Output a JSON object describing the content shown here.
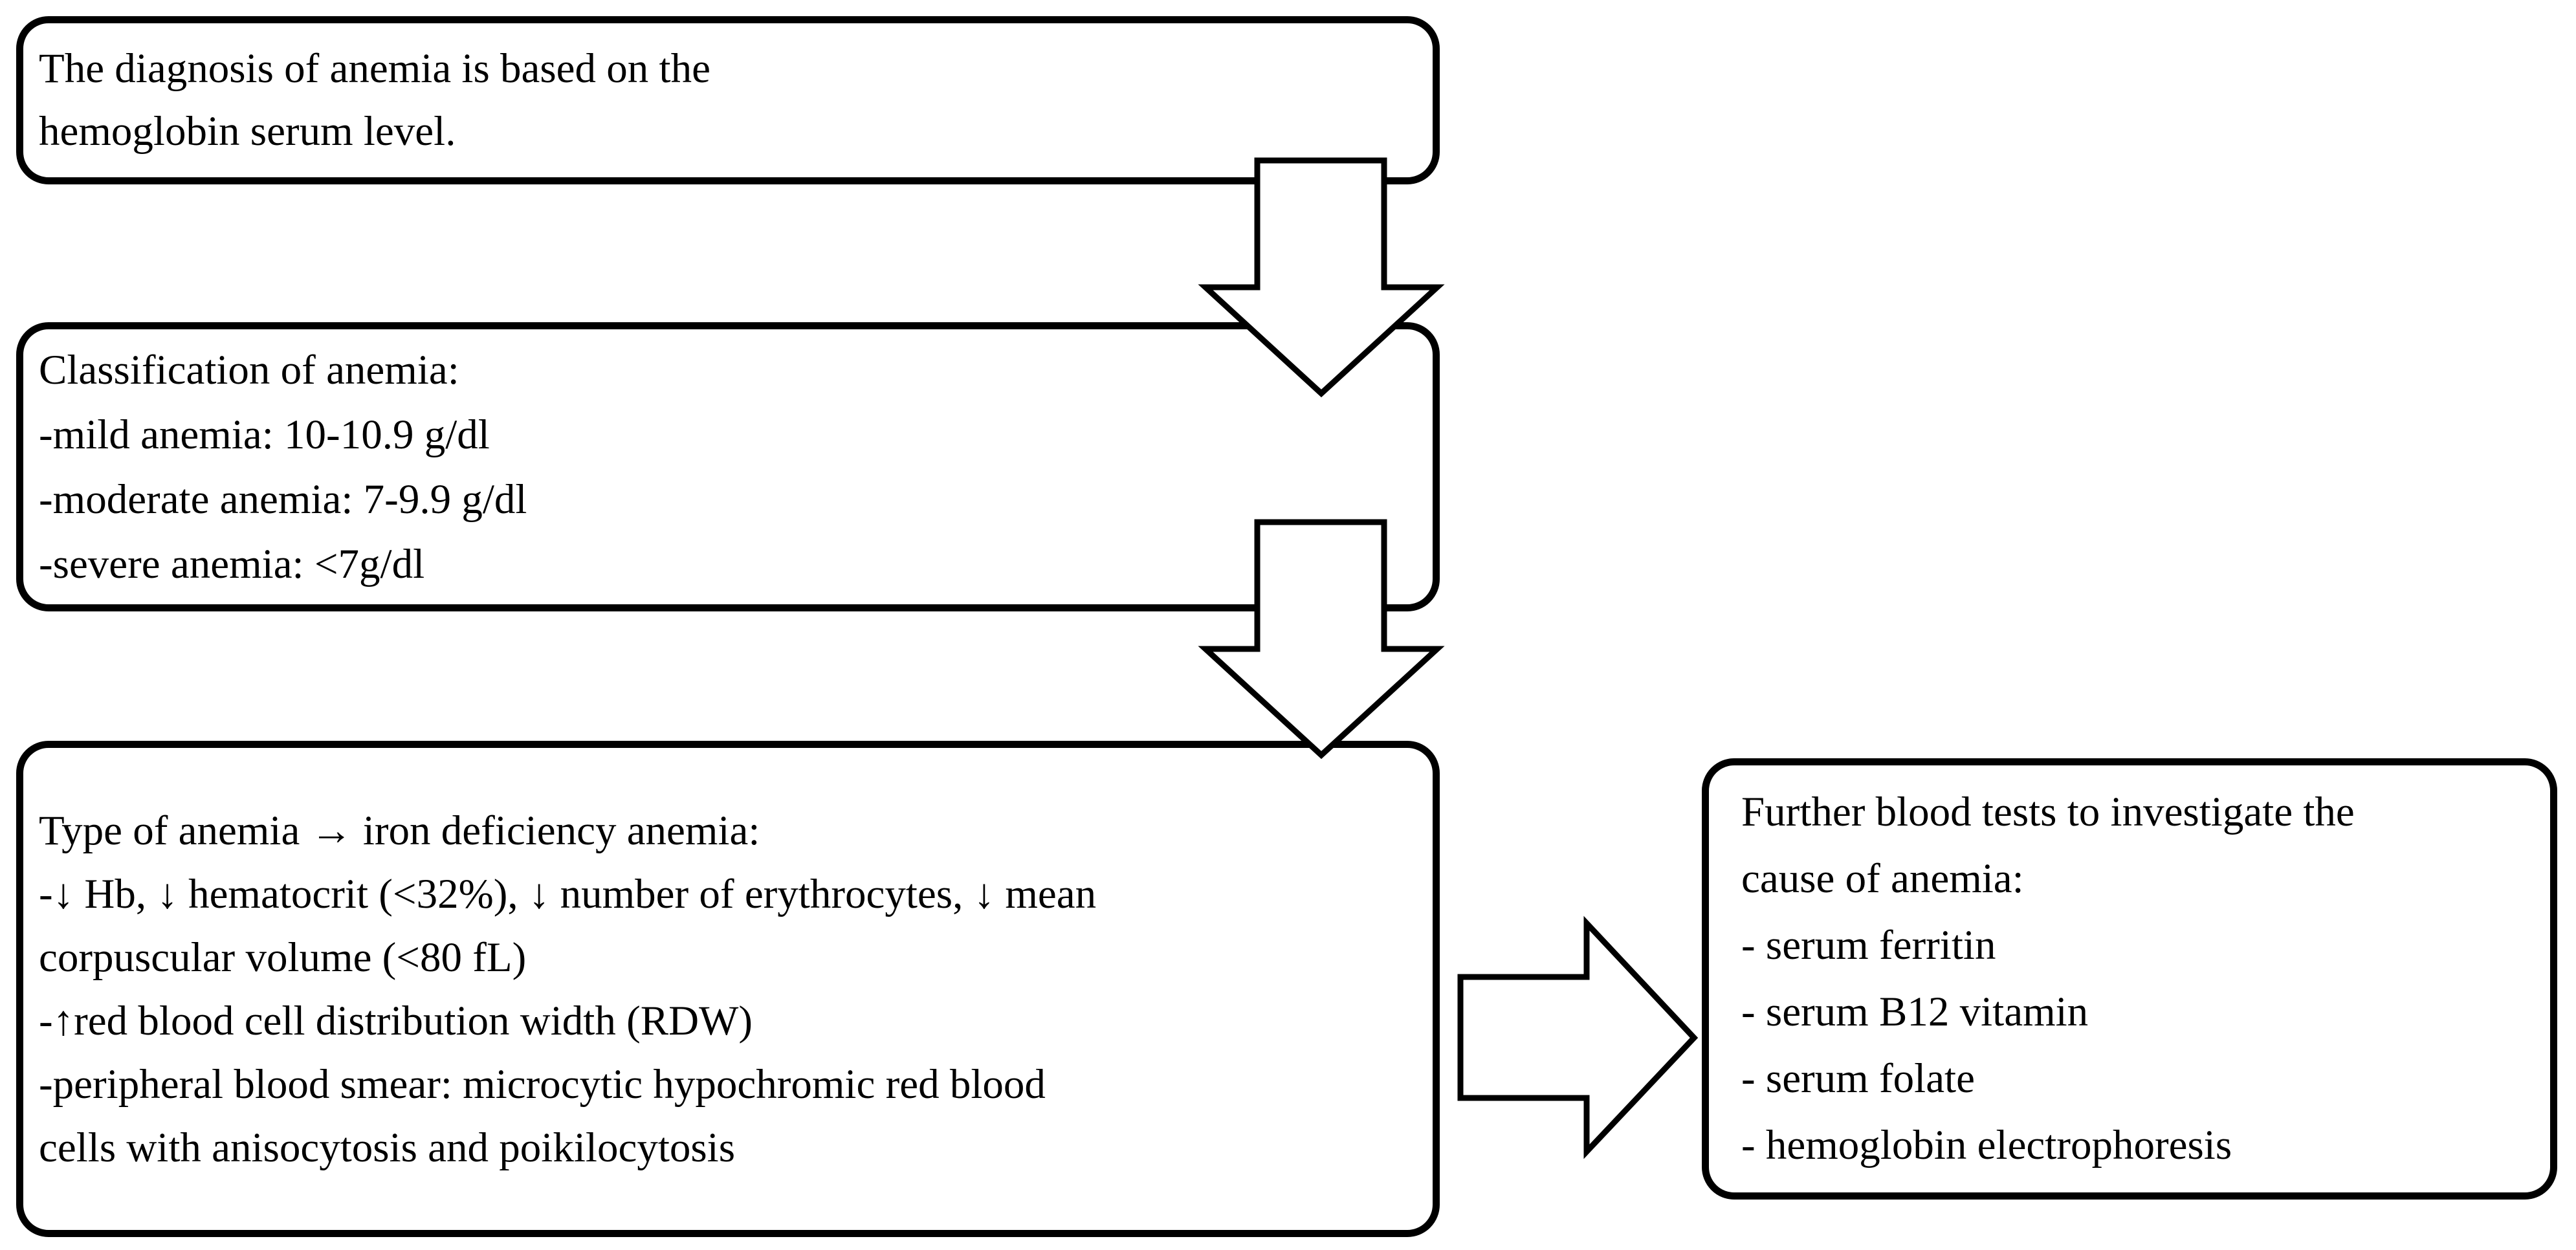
{
  "page": {
    "background": "#ffffff",
    "ink": "#000000",
    "title": "Anemia diagnosis flowchart"
  },
  "diagram": {
    "boxes": [
      {
        "name": "diagnosis-box",
        "lines": [
          "The diagnosis of anemia is based on the",
          "hemoglobin serum level."
        ]
      },
      {
        "name": "classification-box",
        "lines": [
          "Classification of anemia:",
          "-mild anemia: 10-10.9 g/dl",
          "-moderate anemia: 7-9.9 g/dl",
          "-severe anemia: <7g/dl"
        ]
      },
      {
        "name": "iron-deficiency-box",
        "lines": [
          "Type of anemia → iron deficiency anemia:",
          "-↓ Hb, ↓ hematocrit (<32%), ↓ number of erythrocytes, ↓ mean",
          "corpuscular volume (<80 fL)",
          "-↑red blood cell distribution width (RDW)",
          "-peripheral blood smear: microcytic hypochromic red blood",
          "cells with anisocytosis and poikilocytosis"
        ]
      },
      {
        "name": "further-tests-box",
        "lines": [
          "Further blood tests to investigate the",
          "cause of anemia:",
          "- serum ferritin",
          "- serum B12 vitamin",
          "- serum folate",
          "- hemoglobin electrophoresis"
        ]
      }
    ],
    "arrows": [
      {
        "name": "down-arrow-1",
        "direction": "down",
        "from": "diagnosis-box",
        "to": "classification-box"
      },
      {
        "name": "down-arrow-2",
        "direction": "down",
        "from": "classification-box",
        "to": "iron-deficiency-box"
      },
      {
        "name": "right-arrow",
        "direction": "right",
        "from": "iron-deficiency-box",
        "to": "further-tests-box"
      }
    ]
  }
}
